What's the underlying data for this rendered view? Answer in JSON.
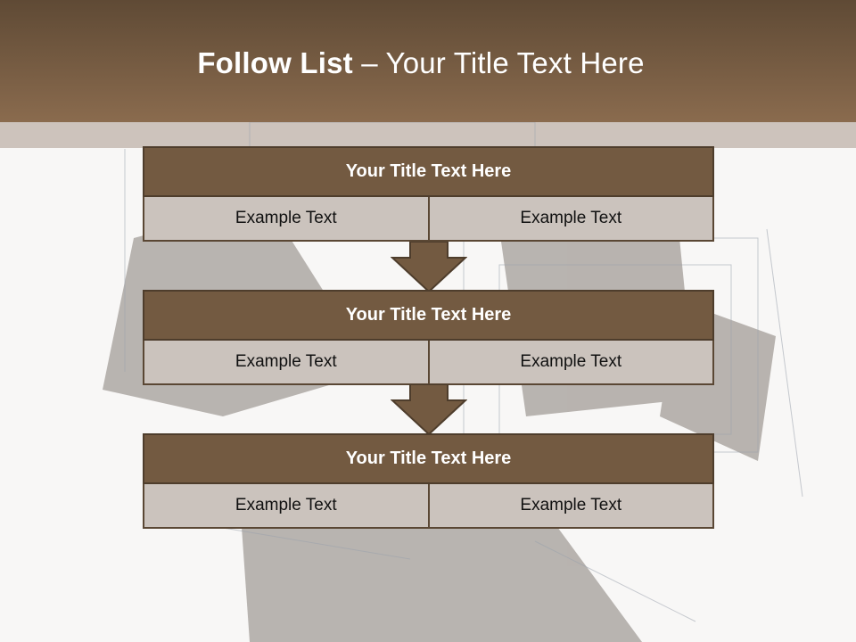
{
  "slide": {
    "title_bold": "Follow List",
    "title_rest": " – Your Title Text Here"
  },
  "blocks": [
    {
      "title": "Your Title Text Here",
      "cells": [
        "Example Text",
        "Example Text"
      ]
    },
    {
      "title": "Your Title Text Here",
      "cells": [
        "Example Text",
        "Example Text"
      ]
    },
    {
      "title": "Your Title Text Here",
      "cells": [
        "Example Text",
        "Example Text"
      ]
    }
  ],
  "colors": {
    "header": "#735a41",
    "block_title": "#735a41",
    "cell": "#cbc3bd",
    "arrow": "#735a41"
  },
  "icons": [
    "down-arrow-icon"
  ]
}
